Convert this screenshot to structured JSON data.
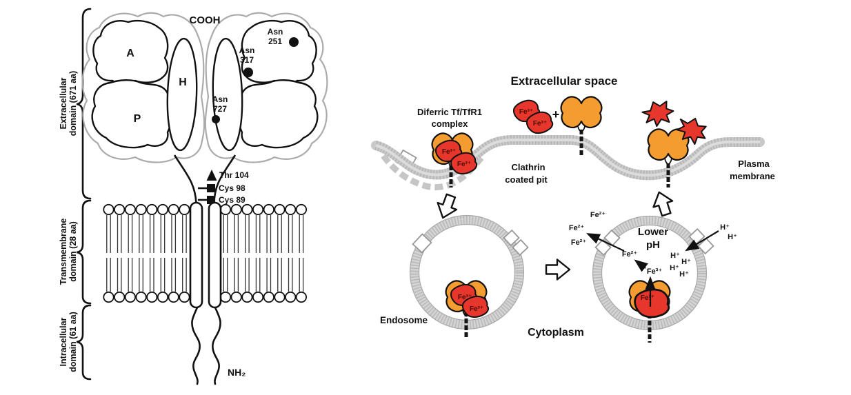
{
  "left_panel": {
    "cooh_label": "COOH",
    "nh2_label": "NH₂",
    "domain_labels": {
      "apical": "A",
      "helical": "H",
      "protease": "P"
    },
    "glycosylation_sites": [
      {
        "line1": "Asn",
        "line2": "251"
      },
      {
        "line1": "Asn",
        "line2": "317"
      },
      {
        "line1": "Asn",
        "line2": "727"
      }
    ],
    "residue_markers": {
      "thr104": "Thr 104",
      "cys98": "Cys 98",
      "cys89": "Cys 89"
    },
    "brackets": [
      {
        "line1": "Extracellular",
        "line2": "domain (671 aa)"
      },
      {
        "line1": "Transmembrane",
        "line2": "domain (28 aa)"
      },
      {
        "line1": "Intracellular",
        "line2": "domain (61 aa)"
      }
    ]
  },
  "right_panel": {
    "title": "Extracellular space",
    "labels": {
      "diferric_line1": "Diferric Tf/TfR1",
      "diferric_line2": "complex",
      "clathrin_line1": "Clathrin",
      "clathrin_line2": "coated pit",
      "plasma_line1": "Plasma",
      "plasma_line2": "membrane",
      "endosome": "Endosome",
      "cytoplasm": "Cytoplasm",
      "lower_ph_line1": "Lower",
      "lower_ph_line2": "pH",
      "plus": "+"
    },
    "ions": {
      "fe3": "Fe³⁺",
      "fe2": "Fe²⁺",
      "h": "H⁺"
    }
  },
  "colors": {
    "transferrin_red": "#E7362C",
    "receptor_orange": "#F49C2F",
    "iron_text_dark": "#4A0C04",
    "membrane_gray": "#C9C9C9",
    "vesicle_gray": "#D4D4D4",
    "outline_gray": "#ABABAB",
    "ink": "#111111"
  }
}
